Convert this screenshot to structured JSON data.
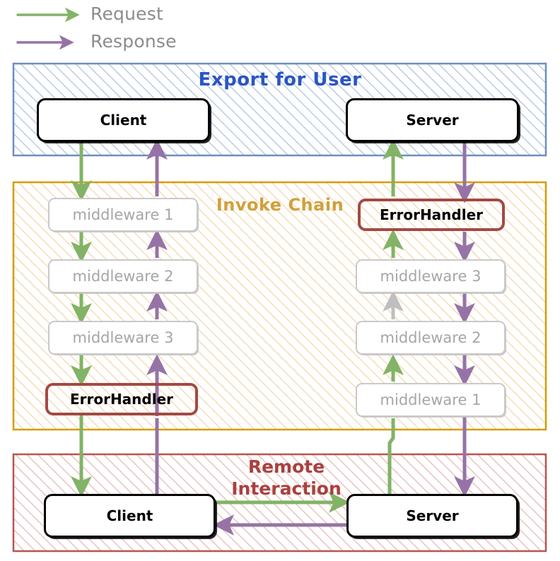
{
  "legend": {
    "items": [
      {
        "label": "Request",
        "color": "#82b366",
        "icon": "arrow-right-icon"
      },
      {
        "label": "Response",
        "color": "#9673a6",
        "icon": "arrow-right-icon"
      }
    ]
  },
  "panels": [
    {
      "id": "export-for-user",
      "title": "Export for User",
      "border_color": "#6c8ebf",
      "hatch_color": "#b9cce6",
      "title_color": "#2b55c4"
    },
    {
      "id": "invoke-chain",
      "title": "Invoke Chain",
      "border_color": "#d79b00",
      "hatch_color": "#f6ddb8",
      "title_color": "#d0a03c"
    },
    {
      "id": "remote-interaction",
      "title": "Remote Interaction",
      "title_line1": "Remote",
      "title_line2": "Interaction",
      "border_color": "#b85450",
      "hatch_color": "#e9c3c1",
      "title_color": "#a8413e"
    }
  ],
  "nodes": {
    "export": {
      "client": "Client",
      "server": "Server"
    },
    "invoke_chain_left": [
      {
        "label": "middleware 1",
        "type": "middleware"
      },
      {
        "label": "middleware 2",
        "type": "middleware"
      },
      {
        "label": "middleware 3",
        "type": "middleware"
      },
      {
        "label": "ErrorHandler",
        "type": "error-handler"
      }
    ],
    "invoke_chain_right": [
      {
        "label": "ErrorHandler",
        "type": "error-handler"
      },
      {
        "label": "middleware 3",
        "type": "middleware"
      },
      {
        "label": "middleware 2",
        "type": "middleware"
      },
      {
        "label": "middleware 1",
        "type": "middleware"
      }
    ],
    "remote": {
      "client": "Client",
      "server": "Server"
    }
  },
  "colors": {
    "request": "#82b366",
    "response": "#9673a6",
    "inactive": "#bfbfbf",
    "box_stroke": "#000000",
    "middleware_stroke": "#c9c9c9",
    "middleware_text": "#a6a6a6",
    "error_stroke": "#a34a43"
  },
  "flows": {
    "request_label": "Request",
    "response_label": "Response",
    "remote_request": "Client to Server",
    "remote_response": "Server to Client"
  }
}
